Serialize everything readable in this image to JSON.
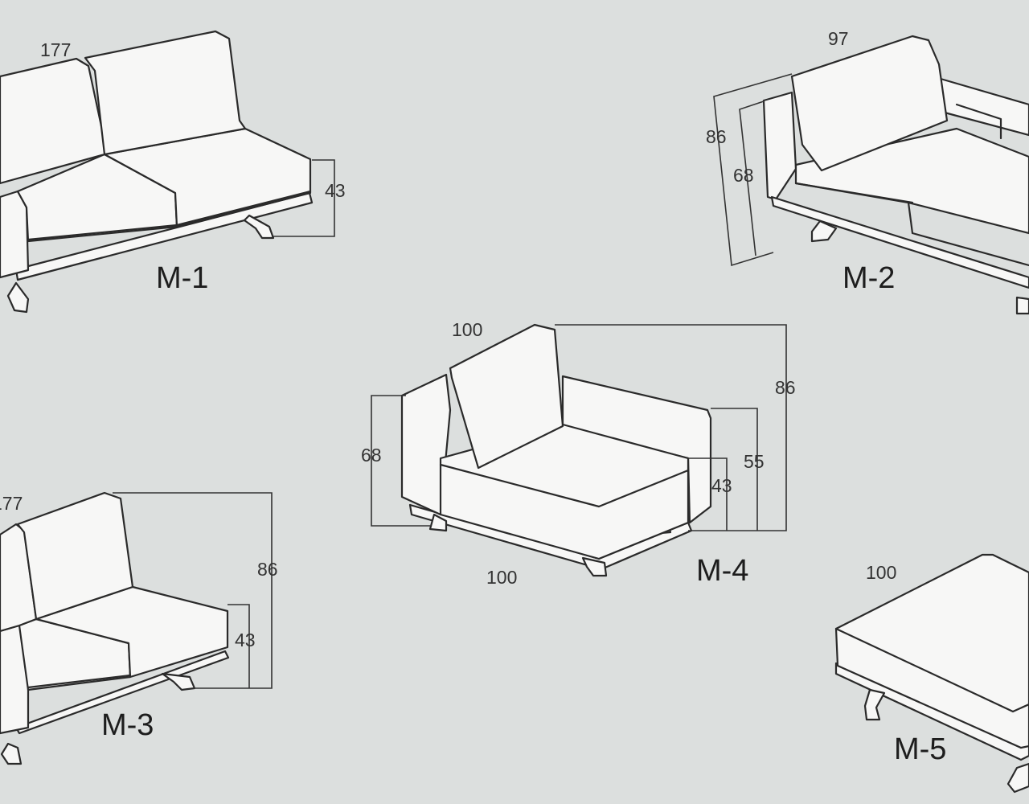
{
  "colors": {
    "background": "#dcdfde",
    "line": "#2a2a2a",
    "fill": "#f7f7f6"
  },
  "modules": [
    {
      "id": "m1",
      "label": "M-1",
      "dims": {
        "width": "177",
        "seat_height": "43"
      }
    },
    {
      "id": "m2",
      "label": "M-2",
      "dims": {
        "width": "97",
        "height": "86",
        "arm_height": "68"
      }
    },
    {
      "id": "m3",
      "label": "M-3",
      "dims": {
        "width": "177",
        "height": "86",
        "seat_height": "43"
      }
    },
    {
      "id": "m4",
      "label": "M-4",
      "dims": {
        "depth": "100",
        "width": "100",
        "height": "86",
        "arm_height": "68",
        "mid_height": "55",
        "seat_height": "43"
      }
    },
    {
      "id": "m5",
      "label": "M-5",
      "dims": {
        "width": "100"
      }
    }
  ]
}
